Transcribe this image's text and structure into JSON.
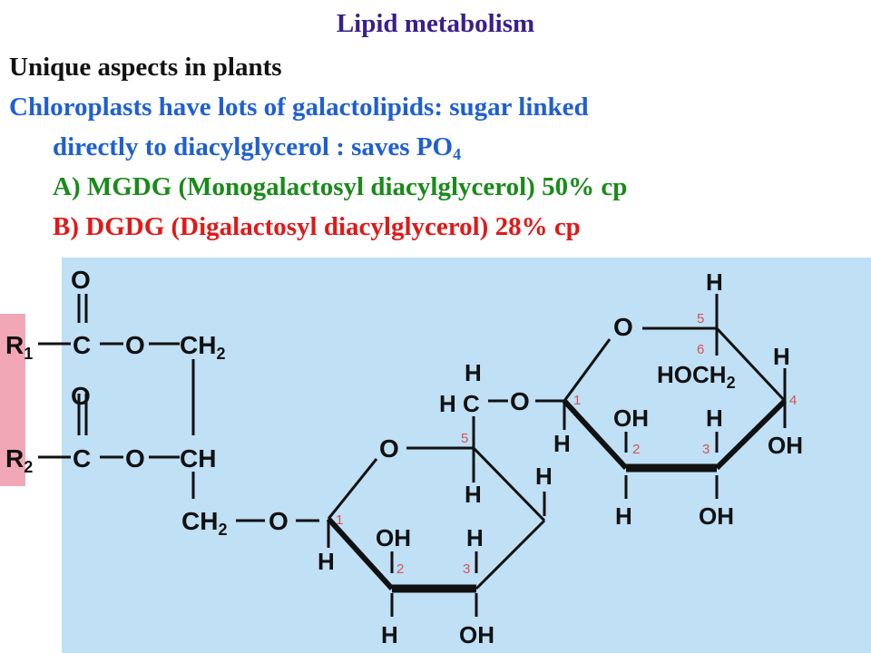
{
  "slide": {
    "title": "Lipid metabolism",
    "line1": "Unique aspects in plants",
    "line2": "Chloroplasts have lots of galactolipids: sugar linked",
    "line3_prefix": "directly to diacylglycerol : saves PO",
    "line3_sub": "4",
    "line4": "A) MGDG (Monogalactosyl diacylglycerol) 50% cp",
    "line5": "B) DGDG  (Digalactosyl diacylglycerol) 28% cp"
  },
  "colors": {
    "title": "#3a1e8c",
    "line1": "#111111",
    "line2": "#1f5fd1",
    "line4": "#1a8a1a",
    "line5": "#e01919",
    "panel": "#bfe0f5",
    "rgroup": "#f2a7b7"
  },
  "structure": {
    "O_top1": "O",
    "R1": "R",
    "R1_sub": "1",
    "C1": "C",
    "O_ester1": "O",
    "CH2_top": "CH",
    "CH2_top_sub": "2",
    "O_top2": "O",
    "R2": "R",
    "R2_sub": "2",
    "C2": "C",
    "O_ester2": "O",
    "CH_mid": "CH",
    "CH2_bot": "CH",
    "CH2_bot_sub": "2",
    "O_link1": "O",
    "ring1_O": "O",
    "ring1_H_c1": "H",
    "ring1_OH2": "OH",
    "ring1_H2": "H",
    "ring1_H3": "H",
    "ring1_OH3": "OH",
    "ring1_H4": "H",
    "ring1_H5": "H",
    "ring1_HC": "H C",
    "ring1_H6": "H",
    "O_link2": "O",
    "ring2_O": "O",
    "ring2_H5": "H",
    "ring2_HOCH2": "HOCH",
    "ring2_HOCH2_sub": "2",
    "ring2_H4": "H",
    "ring2_OH4": "OH",
    "ring2_OH2": "OH",
    "ring2_H3": "H",
    "ring2_H1": "H",
    "ring2_H2": "H",
    "ring2_OH3": "OH",
    "n1a": "1",
    "n2a": "2",
    "n3a": "3",
    "n5a": "5",
    "n1b": "1",
    "n2b": "2",
    "n3b": "3",
    "n4b": "4",
    "n5b": "5",
    "n6b": "6"
  }
}
